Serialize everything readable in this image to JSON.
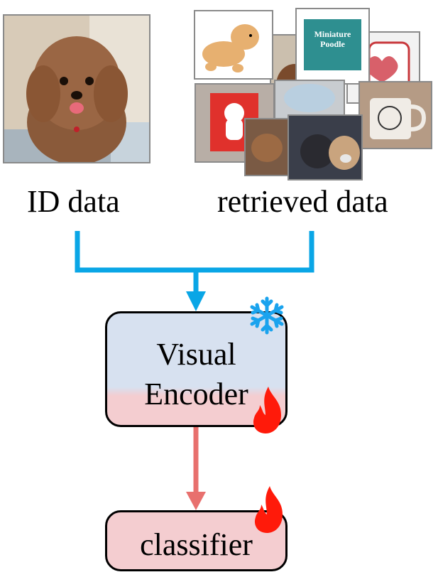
{
  "labels": {
    "id_data": "ID data",
    "retrieved_data": "retrieved data"
  },
  "encoder": {
    "line1": "Visual",
    "line2": "Encoder",
    "frozen_icon": "snowflake-icon",
    "trainable_icon": "flame-icon"
  },
  "classifier": {
    "label": "classifier",
    "trainable_icon": "flame-icon"
  },
  "retrieved_book": {
    "line1": "Miniature",
    "line2": "Poodle"
  },
  "colors": {
    "blue_arrow": "#0aa6e6",
    "red_arrow": "#e8706e",
    "encoder_top": "#d7e1f0",
    "encoder_bottom": "#f4cdd0",
    "classifier_fill": "#f4cdd0",
    "flame": "#ff1a0a",
    "snowflake": "#1aa3ee"
  }
}
